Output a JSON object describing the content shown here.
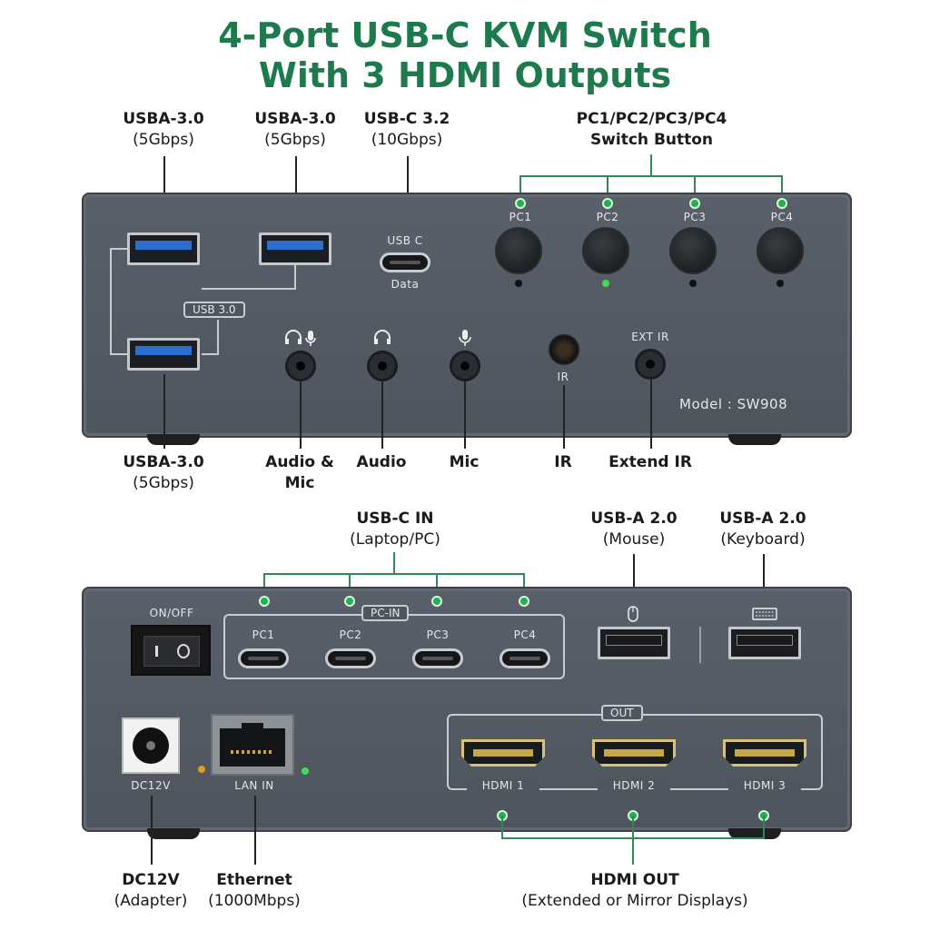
{
  "title": {
    "line1": "4-Port USB-C KVM Switch",
    "line2": "With 3 HDMI Outputs"
  },
  "front_labels": {
    "usba1": {
      "name": "USBA-3.0",
      "speed": "(5Gbps)"
    },
    "usba2": {
      "name": "USBA-3.0",
      "speed": "(5Gbps)"
    },
    "usbc": {
      "name": "USB-C 3.2",
      "speed": "(10Gbps)"
    },
    "switch": {
      "name": "PC1/PC2/PC3/PC4",
      "sub": "Switch Button"
    },
    "usba3": {
      "name": "USBA-3.0",
      "speed": "(5Gbps)"
    },
    "audio_mic": "Audio &",
    "audio_mic2": "Mic",
    "audio": "Audio",
    "mic": "Mic",
    "ir": "IR",
    "extend_ir": "Extend IR"
  },
  "front_panel": {
    "usb_c": "USB C",
    "data": "Data",
    "usb30": "USB 3.0",
    "pc_buttons": [
      "PC1",
      "PC2",
      "PC3",
      "PC4"
    ],
    "ir": "IR",
    "ext_ir": "EXT IR",
    "model": "Model : SW908"
  },
  "back_labels": {
    "usbc_in": {
      "name": "USB-C IN",
      "sub": "(Laptop/PC)"
    },
    "mouse": {
      "name": "USB-A 2.0",
      "sub": "(Mouse)"
    },
    "keyboard": {
      "name": "USB-A 2.0",
      "sub": "(Keyboard)"
    },
    "dc": {
      "name": "DC12V",
      "sub": "(Adapter)"
    },
    "ethernet": {
      "name": "Ethernet",
      "sub": "(1000Mbps)"
    },
    "hdmi_out": {
      "name": "HDMI OUT",
      "sub": "(Extended or Mirror Displays)"
    }
  },
  "back_panel": {
    "on_off": "ON/OFF",
    "pc_in": "PC-IN",
    "pc_ports": [
      "PC1",
      "PC2",
      "PC3",
      "PC4"
    ],
    "dc": "DC12V",
    "lan": "LAN IN",
    "out": "OUT",
    "hdmi": [
      "HDMI 1",
      "HDMI 2",
      "HDMI 3"
    ]
  },
  "colors": {
    "title_green": "#1d7a4c",
    "dot_green": "#22b14c",
    "panel": "#555b63"
  },
  "icons": [
    "headset-icon",
    "mic-icon",
    "headphones-icon",
    "mouse-icon",
    "keyboard-icon"
  ]
}
